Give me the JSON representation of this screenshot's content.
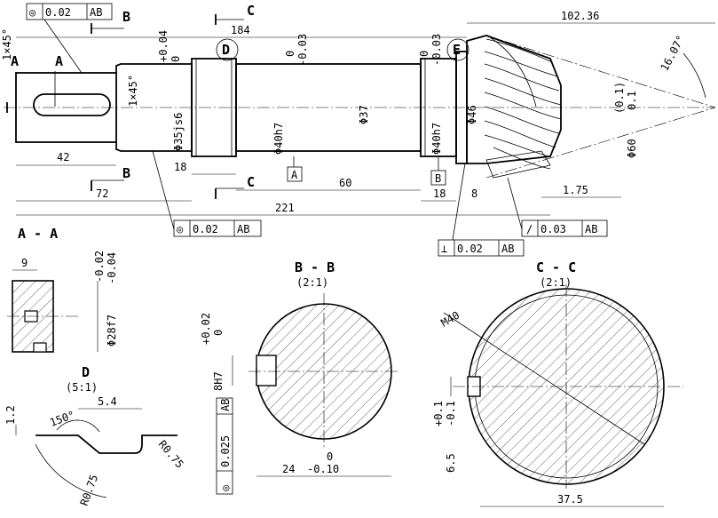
{
  "drawing": {
    "section_A": "A",
    "section_B": "B",
    "section_C": "C",
    "detail_D": "D",
    "detail_E": "E",
    "dims": {
      "overall_length": "221",
      "len_42": "42",
      "len_72": "72",
      "len_184": "184",
      "len_18a": "18",
      "len_60": "60",
      "len_18b": "18",
      "len_8": "8",
      "len_102": "102.36",
      "len_175": "1.75",
      "chamfer_a": "1×45°",
      "chamfer_b": "1×45°",
      "dia_35": "Φ35js6",
      "dia_35_tol": "+0.04",
      "dia_35_tol_low": "0",
      "dia_40a": "Φ40h7",
      "dia_40a_tol": "0",
      "dia_40a_tol_low": "-0.03",
      "dia_37": "Φ37",
      "dia_40b": "Φ40h7",
      "dia_40b_tol": "0",
      "dia_40b_tol_low": "-0.03",
      "dia_46": "Φ46",
      "dia_60": "Φ60",
      "dia_60_tol": "(0.1)",
      "dia_60_tol_low": "0.1",
      "angle_16": "16.07°"
    },
    "datums": {
      "a": "A",
      "b": "B"
    },
    "tolerance_frames": [
      {
        "symbol": "◎",
        "value": "0.02",
        "datum": "AB"
      },
      {
        "symbol": "◎",
        "value": "0.02",
        "datum": "AB"
      },
      {
        "symbol": "⊥",
        "value": "0.02",
        "datum": "AB"
      },
      {
        "symbol": "/",
        "value": "0.03",
        "datum": "AB"
      },
      {
        "symbol": "◎",
        "value": "0.025",
        "datum": "AB"
      }
    ],
    "view_aa": {
      "title": "A - A",
      "dim_9": "9",
      "dia": "Φ28f7",
      "tol": "-0.02",
      "tol_low": "-0.04"
    },
    "view_bb": {
      "title": "B - B",
      "scale": "(2:1)",
      "key": "8H7",
      "key_tol": "+0.02",
      "key_tol_low": "0",
      "depth": "24",
      "depth_tol": "0",
      "depth_tol_low": "-0.10"
    },
    "view_cc": {
      "title": "C - C",
      "scale": "(2:1)",
      "thread": "M40",
      "width": "6.5",
      "width_tol": "+0.1",
      "width_tol_low": "-0.1",
      "depth": "37.5"
    },
    "view_d": {
      "title": "D",
      "scale": "(5:1)",
      "dim_12": "1.2",
      "dim_54": "5.4",
      "angle": "150°",
      "r1": "R0.75",
      "r2": "R0.75"
    }
  }
}
